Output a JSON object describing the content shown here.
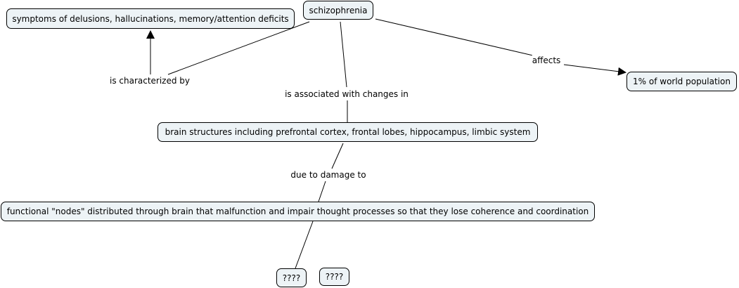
{
  "concepts": {
    "schizophrenia": "schizophrenia",
    "symptoms": "symptoms of delusions, hallucinations, memory/attention deficits",
    "population": "1% of world population",
    "brain_structures": "brain structures including prefrontal cortex, frontal lobes, hippocampus, limbic system",
    "nodes": "functional \"nodes\" distributed through brain that malfunction and impair thought processes so that they lose coherence and coordination",
    "unknown_1": "????",
    "unknown_2": "????"
  },
  "links": {
    "characterized": "is characterized by",
    "affects": "affects",
    "associated": "is associated with changes in",
    "damage": "due to damage to"
  }
}
